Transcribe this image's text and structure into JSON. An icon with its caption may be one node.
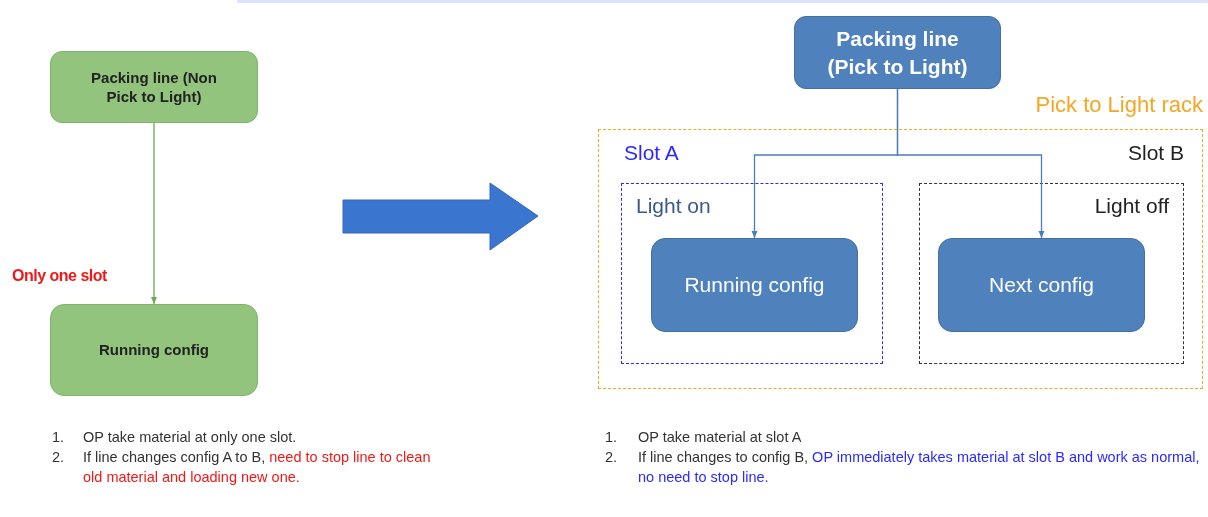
{
  "diagram": {
    "nodes": [
      {
        "text": [
          "Packing line (Non Pick to Light)"
        ]
      },
      {
        "text": [
          "Running config"
        ]
      },
      {
        "text": [
          "Packing line (Pick to Light)"
        ]
      },
      {
        "text": [
          "Pick to Light rack"
        ]
      },
      {
        "text": [
          "Slot A",
          "Light on"
        ],
        "in": 3
      },
      {
        "text": [
          "Running config"
        ],
        "in": 4
      },
      {
        "text": [
          "Slot B",
          "Light off"
        ],
        "in": 3
      },
      {
        "text": [
          "Next config"
        ],
        "in": 6
      }
    ],
    "edges": [
      {
        "from": 0,
        "to": 1,
        "arrow": "to",
        "color": "#6aaa50"
      },
      {
        "from": 2,
        "to": 5,
        "arrow": "to"
      },
      {
        "from": 2,
        "to": 7,
        "arrow": "to"
      }
    ],
    "labels": [
      "Only one slot",
      "1.",
      "OP take material at only one slot.",
      "2.",
      "If line changes config A to B, **need to stop line to clean old material and loading new one.**",
      "1.",
      "OP take material at slot A",
      "2.",
      "If line changes to config B, **OP immediately takes material at slot B and work as normal, no need to stop line.**"
    ]
  }
}
